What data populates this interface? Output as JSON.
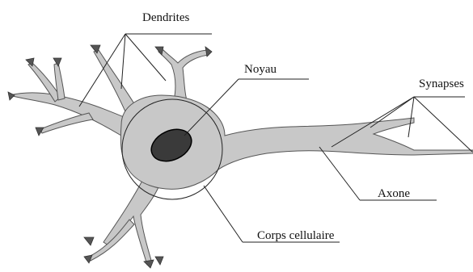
{
  "labels": {
    "dendrites": "Dendrites",
    "nucleus": "Noyau",
    "synapses": "Synapses",
    "axon": "Axone",
    "cell_body": "Corps cellulaire"
  },
  "colors": {
    "cytoplasm": "#c8c8c8",
    "nucleus": "#3a3a3a",
    "terminal": "#555555",
    "line": "#222222"
  }
}
